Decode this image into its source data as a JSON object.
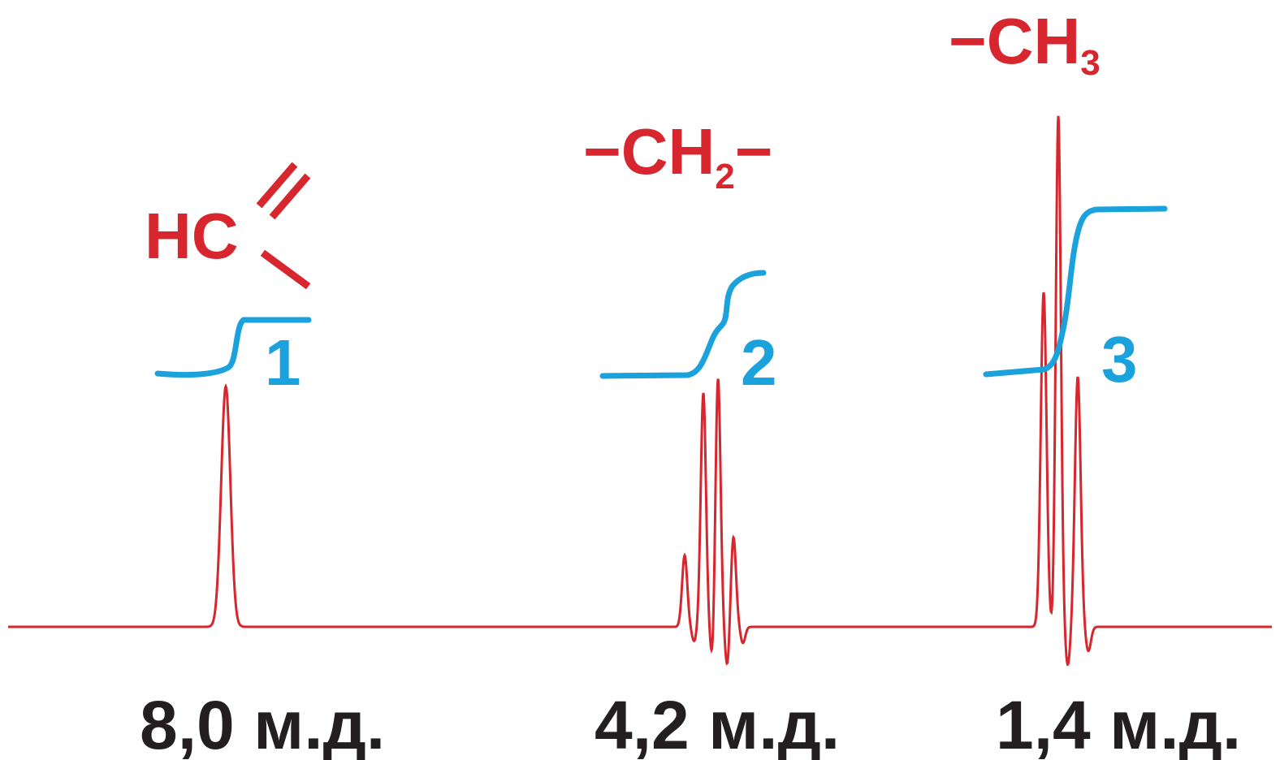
{
  "spectrum": {
    "colors": {
      "spectrum_line": "#d7262e",
      "integral_line": "#1ba1dc",
      "shift_text": "#231f20",
      "group_text": "#d7262e"
    },
    "signals": [
      {
        "group_main": "HC",
        "group_sub": "",
        "group_tail": "",
        "integral_number": "1",
        "shift_label": "8,0 м.д.",
        "multiplicity": "singlet"
      },
      {
        "group_main": "−CH",
        "group_sub": "2",
        "group_tail": "−",
        "integral_number": "2",
        "shift_label": "4,2 м.д.",
        "multiplicity": "quartet"
      },
      {
        "group_main": "−CH",
        "group_sub": "3",
        "group_tail": "",
        "integral_number": "3",
        "shift_label": "1,4 м.д.",
        "multiplicity": "triplet"
      }
    ]
  }
}
